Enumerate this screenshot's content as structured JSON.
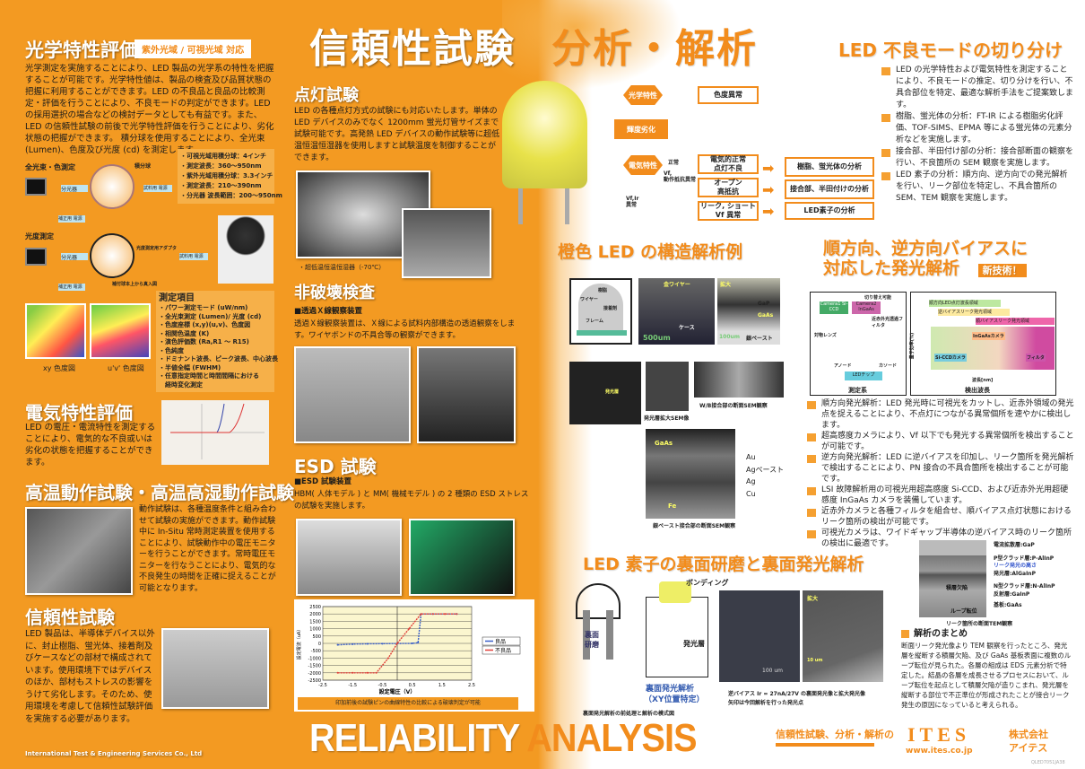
{
  "header": {
    "title_left": "信頼性試験",
    "title_right": "分析・解析"
  },
  "optical": {
    "title": "光学特性評価",
    "badge": "紫外光域 / 可視光域 対応",
    "body": "光学測定を実施することにより、LED 製品の光学系の特性を把握することが可能です。光学特性値は、製品の検査及び品質状態の把握に利用することができます。LED の不良品と良品の比較測定・評価を行うことにより、不良モードの判定ができます。LED の採用選択の場合などの検討データとしても有益です。また、LED の信頼性試験の前後で光学特性評価を行うことにより、劣化状態の把握ができます。 積分球を使用することにより、全光束 (Lumen)、色度及び光度 (cd) を測定します。",
    "diagram1_label": "全光束・色測定",
    "diagram2_label": "光度測定",
    "sphere_label": "積分球",
    "spectro": "分光器",
    "power_test": "試料用 電源",
    "power_aux": "補正用 電源",
    "aux_note": "補付球本上から真入図",
    "adapter": "光度測定用アダプタ",
    "specs": [
      "・可視光域用積分球：4インチ",
      "・測定波長：360～950nm",
      "・紫外光域用積分球：3.3インチ",
      "・測定波長：210～390nm",
      "・分光器 波長範囲：200～950nm"
    ],
    "xy_label": "xy 色度図",
    "uv_label": "u'v' 色度図",
    "items_title": "測定項目",
    "items": [
      "・パワー測定モード (uW/nm)",
      "・全光束測定 (Lumen)/ 光度 (cd)",
      "・色度座標 (x,y)(u,v)、色度図",
      "・相関色温度 (K)",
      "・演色評価数 (Ra,R1 ～ R15)",
      "・色純度",
      "・ドミナント波長、ピーク波長、中心波長",
      "・半値全幅 (FWHM)",
      "・任意指定時間と時間間隔における",
      "　経時変化測定"
    ]
  },
  "electrical": {
    "title": "電気特性評価",
    "body": "LED の電圧・電流特性を測定することにより、電気的な不良或いは劣化の状態を把握することができます。"
  },
  "hightemp": {
    "title": "高温動作試験・高温高湿動作試験",
    "body": "動作試験は、各種温度条件と組み合わせて試験の実施ができます。動作試験中に In-Situ 常時測定装置を使用することにより、試験動作中の電圧モニターを行うことができます。常時電圧モニターを行なうことにより、電気的な不良発生の時間を正確に捉えることが可能となります。"
  },
  "reliability": {
    "title": "信頼性試験",
    "body": "LED 製品は、半導体デバイス以外に、封止樹脂、蛍光体、接着剤及びケースなどの部材で構成されています。使用環境下ではデバイスのほか、部材もストレスの影響をうけて劣化します。そのため、使用環境を考慮して信頼性試験評価を実施する必要があります。"
  },
  "lighting": {
    "title": "点灯試験",
    "body": "LED の各種点灯方式の試験にも対応いたします。単体の LED デバイスのみでなく 1200mm 蛍光灯管サイズまで試験可能です。高発熱 LED デバイスの動作試験等に超低温恒温恒湿器を使用しますと試験温度を制御することができます。",
    "caption": "・超低温恒温恒湿器（-70℃）"
  },
  "ndt": {
    "title": "非破壊検査",
    "sub": "■透過Ｘ線観察装置",
    "body": "透過Ｘ線観察装置は、Ｘ線による試料内部構造の透過観察をします。ワイヤボンドの不具合等の観察ができます。"
  },
  "esd": {
    "title": "ESD 試験",
    "sub": "■ESD 試験装置",
    "body": "HBM( 人体モデル ) と MM( 機械モデル ) の 2 種類の ESD ストレスの試験を実施します。",
    "caption": "印加前後の試験ピンの曲線特性の比較による破壊判定が可能"
  },
  "chart_data": {
    "type": "line",
    "title": "",
    "xlabel": "設定電圧（V）",
    "ylabel": "設定電流（uA）",
    "xlim": [
      -2.5,
      2.5
    ],
    "ylim": [
      -2500,
      2500
    ],
    "xticks": [
      "-2.5",
      "-1.5",
      "-0.5",
      "0.5",
      "1.5",
      "2.5"
    ],
    "yticks": [
      "2500",
      "2000",
      "1500",
      "1000",
      "500",
      "0",
      "-500",
      "-1000",
      "-1500",
      "-2000",
      "-2500"
    ],
    "legend": "right",
    "series": [
      {
        "name": "良品",
        "color": "#3a5fc8",
        "x": [
          -2,
          -1.5,
          -1,
          -0.5,
          0,
          0.5,
          0.7,
          0.8,
          1.2,
          1.6,
          2
        ],
        "y": [
          -100,
          -50,
          -30,
          -20,
          -10,
          0,
          50,
          2000,
          2000,
          2000,
          2000
        ]
      },
      {
        "name": "不良品",
        "color": "#e0403a",
        "x": [
          -2,
          -1.5,
          -1,
          -0.7,
          -0.3,
          0,
          0.4,
          0.8,
          1.2,
          1.6,
          2
        ],
        "y": [
          -2000,
          -2000,
          -2000,
          -2000,
          -1000,
          0,
          1000,
          2000,
          2000,
          2000,
          2000
        ]
      }
    ]
  },
  "flow": {
    "optical": "光学特性",
    "chroma": "色度異常",
    "lum": "輝度劣化",
    "elec": "電気特性",
    "normal": "正常",
    "vf_label": "Vf,\n動作抵抗異常",
    "vfir_label": "Vf,Ir\n異常",
    "b1": "電気的正常\n点灯不良",
    "b2": "オープン\n高抵抗",
    "b3": "リーク, ショート\nVf 異常",
    "r1": "樹脂、蛍光体の分析",
    "r2": "接合部、半田付けの分析",
    "r3": "LED素子の分析"
  },
  "failure": {
    "title": "LED 不良モードの切り分け",
    "bullets": [
      "LED の光学特性および電気特性を測定することにより、不良モードの推定、切り分けを行い、不具合部位を特定、最適な解析手法をご提案致します。",
      "樹脂、蛍光体の分析：FT-IR による樹脂劣化評価、TOF-SIMS、EPMA 等による蛍光体の元素分析などを実施します。",
      "接合部、半田付け部の分析：接合部断面の観察を行い、不良箇所の SEM 観察を実施します。",
      "LED 素子の分析：順方向、逆方向での発光解析を行い、リーク部位を特定し、不具合箇所の SEM、TEM 観察を実施します。"
    ]
  },
  "orange_led": {
    "title": "橙色 LED の構造解析例",
    "labels": {
      "resin": "樹脂",
      "wire": "ワイヤー",
      "adhesive": "接着剤",
      "frame": "フレーム",
      "gold_wire": "金ワイヤー",
      "zoom": "拡大",
      "case": "ケース",
      "scale1": "500um",
      "scale2": "100um",
      "gap": "GaP",
      "gaas": "GaAs",
      "paste": "銀ペースト",
      "layer": "発光層",
      "sem_caption": "発光層拡大SEM像",
      "wb_caption": "W/B接合部の断面SEM観察",
      "cross_caption": "銀ペースト接合部の断面SEM観察",
      "au": "Au",
      "agpaste": "Agペースト",
      "ag": "Ag",
      "cu": "Cu",
      "fe": "Fe",
      "gaas2": "GaAs"
    }
  },
  "bias": {
    "title1": "順方向、逆方向バイアスに",
    "title2": "対応した発光解析",
    "badge": "新技術！",
    "switch": "切り替え可能",
    "cam1": "Camera1 Si-CCD",
    "cam2": "Camera2 InGaAs",
    "filter": "近赤外光透過フィルタ",
    "lens": "対物レンズ",
    "anode": "アノード",
    "cathode": "カソード",
    "chip": "LEDチップ",
    "sys_caption": "測定系",
    "det_caption": "検出波長",
    "band1": "順方向LED点灯波長領域",
    "band2": "逆バイアスリーク発光領域",
    "band3": "順バイアスリーク発光領域",
    "ingaas": "InGaAsカメラ",
    "siccd": "Si-CCDカメラ",
    "filt": "フィルタ",
    "xlabel": "波長[nm]",
    "ylabel": "量子効率(%)",
    "xt": [
      "400",
      "600",
      "800",
      "1000",
      "1200",
      "1400",
      "1600"
    ],
    "yt": [
      "100",
      "80",
      "60",
      "40",
      "20",
      "0"
    ],
    "bullets": [
      "順方向発光解析：LED 発光時に可視光をカットし、近赤外領域の発光点を捉えることにより、不点灯につながる異常個所を速やかに検出します。",
      "超高感度カメラにより、Vf 以下でも発光する異常個所を検出することが可能です。",
      "逆方向発光解析：LED に逆バイアスを印加し、リーク箇所を発光解析で検出することにより、PN 接合の不具合箇所を検出することが可能です。",
      "LSI 故障解析用の可視光用超高感度 Si-CCD、および近赤外光用超硬感度 InGaAs カメラを装備しています。",
      "近赤外カメラと各種フィルタを組合せ、順バイアス点灯状態におけるリーク箇所の検出が可能です。",
      "可視光カメラは、ワイドギャップ半導体の逆バイアス時のリーク箇所の検出に最適です。"
    ]
  },
  "backside": {
    "title": "LED 素子の裏面研磨と裏面発光解析",
    "bonding": "ボンディング",
    "layer": "発光層",
    "polish": "裏面\n研磨",
    "analysis": "裏面発光解析",
    "xy": "（XY位置特定）",
    "caption1": "裏面発光解析の前処理と解析の模式図",
    "zoom": "拡大",
    "scale1": "100 um",
    "scale2": "10 um",
    "caption2a": "逆バイアス Ir = 27nA/27V の裏面発光像と拡大発光像",
    "caption2b": "矢印は今回解析を行った発光点"
  },
  "tem": {
    "layers": [
      "電流拡散層:GaP",
      "P型クラッド層:P-AlInP",
      "発光層:AlGaInP",
      "N型クラッド層:N-AlInP",
      "反射層:GaInP",
      "基板:GaAs"
    ],
    "leak": "リーク発光の高さ",
    "stack": "積層欠陥",
    "loop": "ループ転位",
    "caption": "リーク箇所の断面TEM観察"
  },
  "summary": {
    "title": "解析のまとめ",
    "body": "断面リーク発光像より TEM 観察を行ったところ、発光層を縦断する積層欠陥、及び GaAs 基板表面に複数のループ転位が見られた。各層の組成は EDS 元素分析で特定した。結晶の各層を成長させるプロセスにおいて、ループ転位を起点として積層欠陥が造りこまれ、発光層を縦断する部位で不正準位が形成されたことが接合リーク発生の原因になっていると考えられる。"
  },
  "footer": {
    "company_en": "International Test & Engineering Services Co., Ltd",
    "big1": "RELIABILITY",
    "big2": "ANALYSIS",
    "tagline": "信頼性試験、分析・解析の",
    "logo": "ITES",
    "url": "www.ites.co.jp",
    "company1": "株式会社",
    "company2": "アイテス",
    "code": "QLED7051JA38"
  },
  "colors": {
    "orange": "#f39a22",
    "accent": "#f28c1c"
  }
}
